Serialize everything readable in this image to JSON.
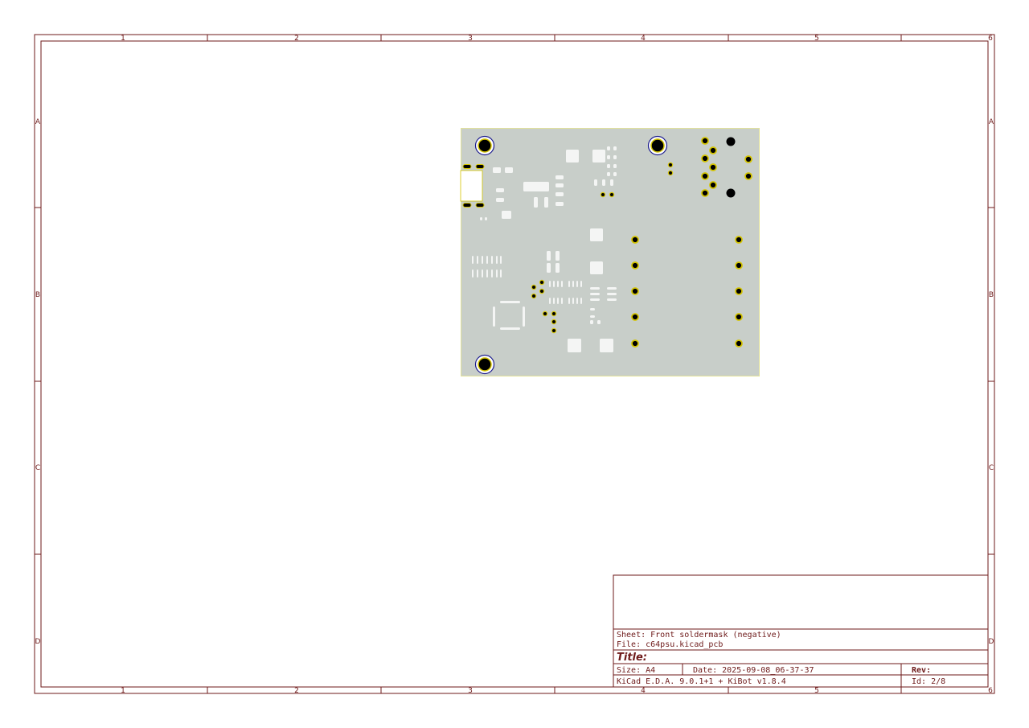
{
  "frame": {
    "columns": [
      "1",
      "2",
      "3",
      "4",
      "5",
      "6"
    ],
    "rows": [
      "A",
      "B",
      "C",
      "D"
    ]
  },
  "title_block": {
    "sheet": "Sheet: Front soldermask (negative)",
    "file": "File: c64psu.kicad_pcb",
    "title": "Title:",
    "size": "Size: A4",
    "date": "Date: 2025-09-08_06-37-37",
    "rev": "Rev:",
    "tool": "KiCad E.D.A. 9.0.1+1 + KiBot v1.8.4",
    "id": "Id: 2/8"
  },
  "colors": {
    "frame": "#6e1a1a",
    "board": "#c8cec9",
    "pad_ring": "#d4c400",
    "mounting_ring": "#1a1a8c"
  }
}
